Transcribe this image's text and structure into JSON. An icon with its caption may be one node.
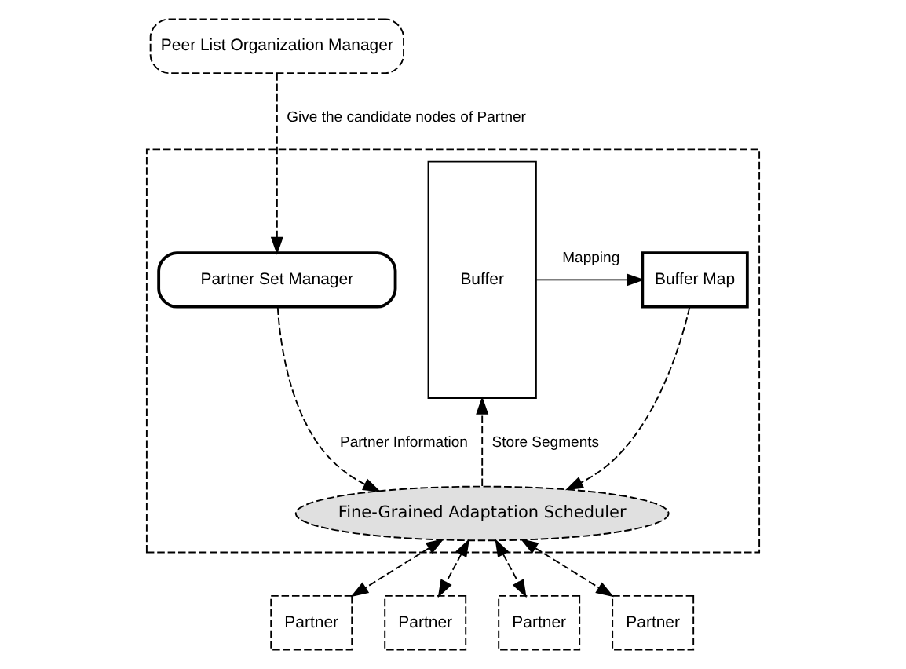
{
  "diagram": {
    "nodes": [
      {
        "text": [
          "Peer List Organization Manager"
        ]
      },
      {
        "text": [],
        "shape": "box"
      },
      {
        "text": [
          "Buffer"
        ],
        "in": 1
      },
      {
        "text": [
          "Buffer Map"
        ],
        "in": 1
      },
      {
        "text": [
          "Partner Set Manager"
        ],
        "in": 1
      },
      {
        "text": [
          "Fine-Grained Adaptation Scheduler"
        ],
        "in": 1
      },
      {
        "text": [
          "Partner"
        ]
      },
      {
        "text": [
          "Partner"
        ]
      },
      {
        "text": [
          "Partner"
        ]
      },
      {
        "text": [
          "Partner"
        ]
      }
    ],
    "edges": [
      {
        "from": 0,
        "to": 4,
        "arrow": "to",
        "style": "dashed",
        "label": "Give the candidate nodes of Partner"
      },
      {
        "from": 4,
        "to": 5,
        "arrow": "to",
        "style": "dashed",
        "label": "Partner Information"
      },
      {
        "from": 2,
        "to": 3,
        "arrow": "to",
        "label": "Mapping"
      },
      {
        "from": 3,
        "to": 5,
        "arrow": "to",
        "style": "dashed"
      },
      {
        "from": 5,
        "to": 2,
        "arrow": "to",
        "style": "dashed",
        "label": "Store Segments"
      },
      {
        "from": 5,
        "to": 6,
        "arrow": "both",
        "style": "dashed"
      },
      {
        "from": 5,
        "to": 7,
        "arrow": "both",
        "style": "dashed"
      },
      {
        "from": 5,
        "to": 8,
        "arrow": "both",
        "style": "dashed"
      },
      {
        "from": 5,
        "to": 9,
        "arrow": "both",
        "style": "dashed"
      }
    ]
  }
}
